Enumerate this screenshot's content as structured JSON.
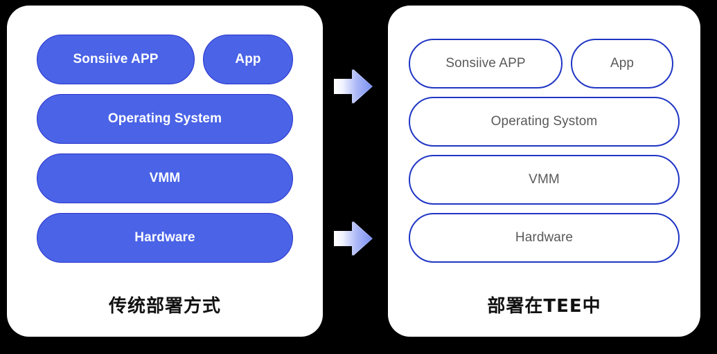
{
  "background_color": "#000000",
  "panels": [
    {
      "id": "traditional",
      "style": "filled",
      "fill_color": "#4a63e7",
      "border_color": "#2a35cc",
      "text_color": "#ffffff",
      "caption": "传统部署方式",
      "rows": [
        {
          "type": "split",
          "items": [
            "Sonsiive APP",
            "App"
          ]
        },
        {
          "type": "full",
          "items": [
            "Operating System"
          ]
        },
        {
          "type": "full",
          "items": [
            "VMM"
          ]
        },
        {
          "type": "full",
          "items": [
            "Hardware"
          ]
        }
      ]
    },
    {
      "id": "tee",
      "style": "outlined",
      "fill_color": "#ffffff",
      "border_color": "#1f35c4",
      "text_color": "#595959",
      "caption": "部署在TEE中",
      "rows": [
        {
          "type": "split",
          "items": [
            "Sonsiive APP",
            "App"
          ]
        },
        {
          "type": "full",
          "items": [
            "Operating Systom"
          ]
        },
        {
          "type": "full",
          "items": [
            "VMM"
          ]
        },
        {
          "type": "full",
          "items": [
            "Hardware"
          ]
        }
      ]
    }
  ],
  "arrows": {
    "count": 2,
    "icon": "double-chevron-arrow-right",
    "direction": "right",
    "gradient_from": "#fdfdff",
    "gradient_to": "#8b9cf5"
  }
}
